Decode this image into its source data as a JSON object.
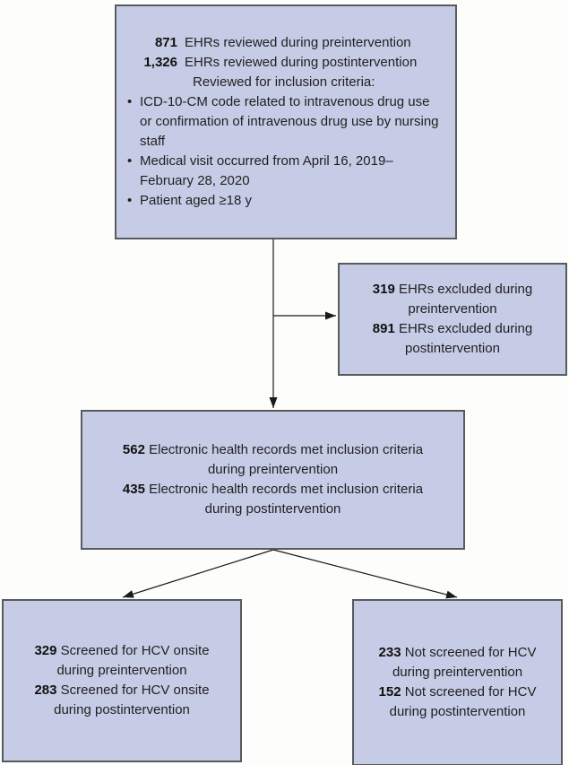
{
  "figure": {
    "bullet_glyph": "•",
    "colors": {
      "background": "#fdfefc",
      "box_fill": "#c7cce6",
      "box_border": "#595a5e",
      "arrow": "#1a1a1a",
      "text": "#1f1f1f"
    }
  },
  "boxes": {
    "reviewed": {
      "counts": [
        {
          "num": "871",
          "text": "EHRs reviewed during preintervention"
        },
        {
          "num": "1,326",
          "text": "EHRs reviewed during postintervention"
        }
      ],
      "subheading": "Reviewed for inclusion criteria:",
      "bullets": [
        "ICD-10-CM code related to intravenous drug use or confirmation of intravenous drug use by nursing staff",
        "Medical visit occurred from April 16, 2019–February 28, 2020",
        "Patient aged ≥18 y"
      ]
    },
    "excluded": {
      "lines": [
        {
          "num": "319",
          "text": " EHRs excluded during"
        },
        {
          "num": "",
          "text": "preintervention"
        },
        {
          "num": "891",
          "text": " EHRs excluded during"
        },
        {
          "num": "",
          "text": "postintervention"
        }
      ]
    },
    "included": {
      "lines": [
        {
          "num": "562",
          "text": " Electronic health records met inclusion criteria"
        },
        {
          "num": "",
          "text": "during preintervention"
        },
        {
          "num": "435",
          "text": " Electronic health records met inclusion criteria"
        },
        {
          "num": "",
          "text": "during postintervention"
        }
      ]
    },
    "screened": {
      "lines": [
        {
          "num": "329",
          "text": " Screened for HCV onsite"
        },
        {
          "num": "",
          "text": "during preintervention"
        },
        {
          "num": "283",
          "text": " Screened for HCV onsite"
        },
        {
          "num": "",
          "text": "during postintervention"
        }
      ]
    },
    "not_screened": {
      "lines": [
        {
          "num": "233",
          "text": " Not screened for HCV"
        },
        {
          "num": "",
          "text": "during preintervention"
        },
        {
          "num": "152",
          "text": " Not screened for HCV"
        },
        {
          "num": "",
          "text": "during postintervention"
        }
      ]
    }
  }
}
